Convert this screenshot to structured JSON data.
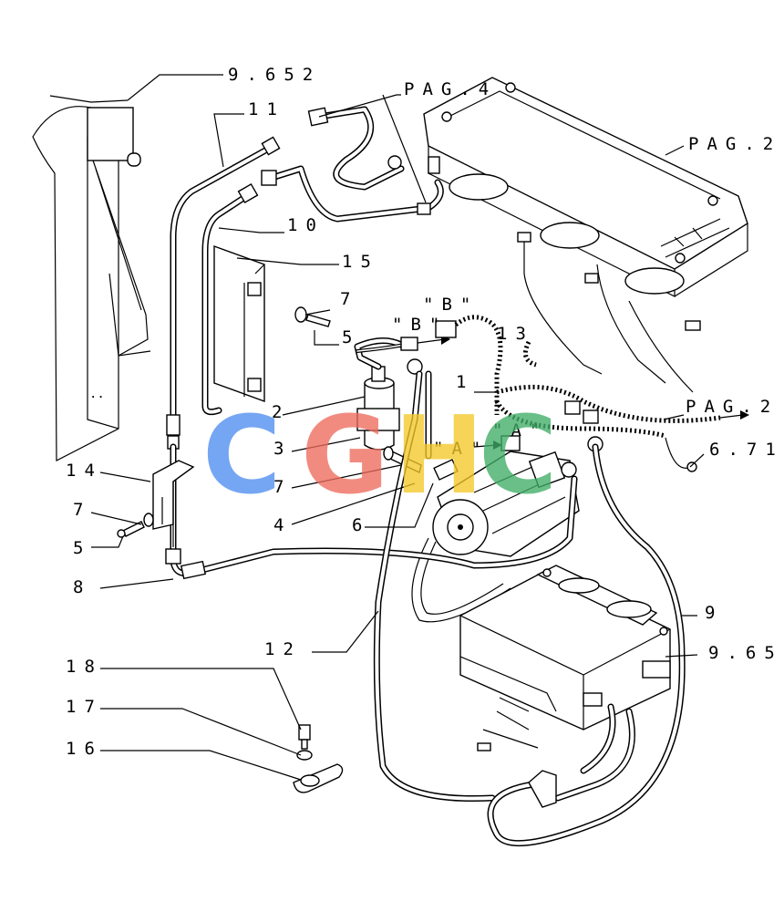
{
  "labels": {
    "ref_9652": "9.652",
    "pag4": "PAG.4",
    "pag2_top": "PAG.2",
    "pag2_mid": "PAG.2",
    "n11": "11",
    "n10": "10",
    "n15": "15",
    "n7_top": "7",
    "n5_top": "5",
    "n13": "13",
    "n1": "1",
    "b1": "\"B\"",
    "b2": "\"B\"",
    "a1": "\"A\"",
    "a2": "\"A\"",
    "n2": "2",
    "n3": "3",
    "n7_mid": "7",
    "n4": "4",
    "n6": "6",
    "n14": "14",
    "n7_left": "7",
    "n5_left": "5",
    "n8": "8",
    "ref_671": "6.71",
    "n9": "9",
    "ref_965": "9.65",
    "n12": "12",
    "n18": "18",
    "n17": "17",
    "n16": "16"
  },
  "watermark": {
    "letters": [
      "C",
      "G",
      "H",
      "C"
    ],
    "colors": [
      "#4f8ef0",
      "#ee6b5d",
      "#f4c82a",
      "#3fae66"
    ]
  }
}
